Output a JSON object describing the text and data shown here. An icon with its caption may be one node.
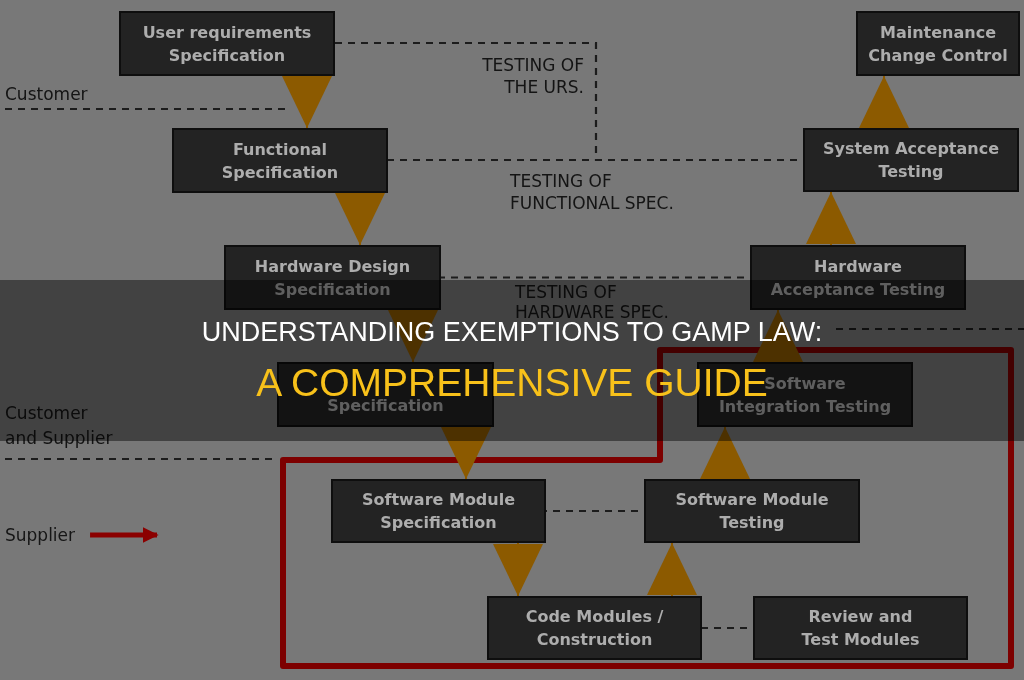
{
  "diagram": {
    "title": "UNDERSTANDING EXEMPTIONS TO GAMP LAW:",
    "caption": "A COMPREHENSIVE GUIDE",
    "nodes": [
      {
        "text": [
          "User requirements Specification"
        ]
      },
      {
        "text": [
          "Maintenance Change Control"
        ]
      },
      {
        "text": [
          "Functional Specification"
        ]
      },
      {
        "text": [
          "System Acceptance Testing"
        ]
      },
      {
        "text": [
          "Hardware Design Specification"
        ]
      },
      {
        "text": [
          "Hardware Acceptance Testing"
        ]
      },
      {
        "text": [
          "Specification"
        ]
      },
      {
        "text": [],
        "shape": "box"
      },
      {
        "text": [
          "Software Integration Testing"
        ],
        "in": 7
      },
      {
        "text": [
          "Supplier"
        ]
      },
      {
        "text": [
          "Software Module Specification"
        ],
        "in": 7
      },
      {
        "text": [
          "Software Module Testing"
        ],
        "in": 7
      },
      {
        "text": [
          "Code Modules / Construction"
        ],
        "in": 7
      },
      {
        "text": [
          "Review and Test Modules"
        ],
        "in": 7
      }
    ],
    "edges": [
      {
        "from": 0,
        "to": 2,
        "arrow": "to"
      },
      {
        "from": 2,
        "to": 4,
        "arrow": "to"
      },
      {
        "from": 4,
        "to": 6,
        "arrow": "to"
      },
      {
        "from": 6,
        "to": 10,
        "arrow": "to"
      },
      {
        "from": 10,
        "to": 12,
        "arrow": "to"
      },
      {
        "from": 12,
        "to": 11,
        "arrow": "to"
      },
      {
        "from": 11,
        "to": 8,
        "arrow": "to"
      },
      {
        "from": 8,
        "to": 5,
        "arrow": "to"
      },
      {
        "from": 5,
        "to": 3,
        "arrow": "to"
      },
      {
        "from": 3,
        "to": 1,
        "arrow": "to"
      },
      {
        "from": 0,
        "to": 3,
        "arrow": "none",
        "label": "TESTING OF THE URS.",
        "style": "dashed",
        "color": "#1c1c1c"
      },
      {
        "from": 2,
        "to": 3,
        "arrow": "none",
        "label": "TESTING OF FUNCTIONAL SPEC.",
        "style": "dashed",
        "color": "#1c1c1c"
      },
      {
        "from": 4,
        "to": 5,
        "arrow": "none",
        "label": "TESTING OF HARDWARE SPEC.",
        "style": "dashed",
        "color": "#1c1c1c"
      },
      {
        "from": 10,
        "to": 11,
        "arrow": "none",
        "style": "dashed",
        "color": "#1c1c1c"
      },
      {
        "from": 12,
        "to": 13,
        "arrow": "none",
        "style": "dashed",
        "color": "#1c1c1c"
      },
      {
        "from": 9,
        "to": null,
        "arrow": "to",
        "style": "thick",
        "color": "#8b0000"
      }
    ],
    "labels": [
      "Customer",
      "Customer and Supplier"
    ]
  }
}
